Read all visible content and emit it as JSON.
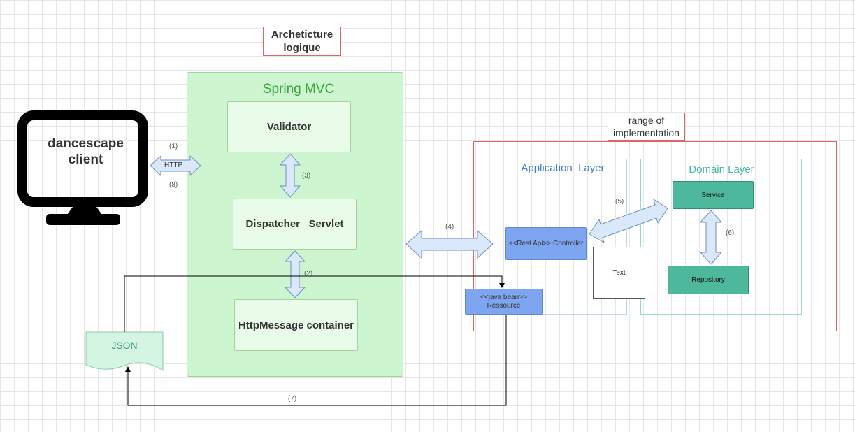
{
  "diagram": {
    "title": "Archeticture\nlogique",
    "client": {
      "label": "dancescape\nclient"
    },
    "http_link": {
      "label": "HTTP",
      "step_in": "(1)",
      "step_out": "(8)"
    },
    "spring_mvc": {
      "title": "Spring MVC",
      "validator": "Validator",
      "dispatcher": "Dispatcher   Servlet",
      "httpmessage": "HttpMessage container",
      "step_validator_dispatcher": "(3)",
      "step_dispatcher_container": "(2)"
    },
    "step_mvc_controller": "(4)",
    "range": {
      "title": "range of\nimplementation",
      "application_layer": {
        "title": "Application  Layer",
        "controller": "<<Rest Api>> Controller",
        "text_box": "Text"
      },
      "domain_layer": {
        "title": "Domain Layer",
        "service": "Service",
        "repository": "Repository",
        "step_service_repository": "(6)"
      },
      "step_controller_service": "(5)"
    },
    "ressource": "<<java bean>>\nRessource",
    "json": "JSON",
    "step_ressource_json": "(7)"
  },
  "colors": {
    "arrow_fill": "#dae8fc",
    "arrow_stroke": "#6c8ebf",
    "mvc_green": "#ccf5d0",
    "controller_blue": "#7ea6f0",
    "domain_teal": "#4db89c",
    "range_red": "#e06666"
  },
  "icons": {
    "client": "monitor-icon",
    "json": "document-icon"
  }
}
